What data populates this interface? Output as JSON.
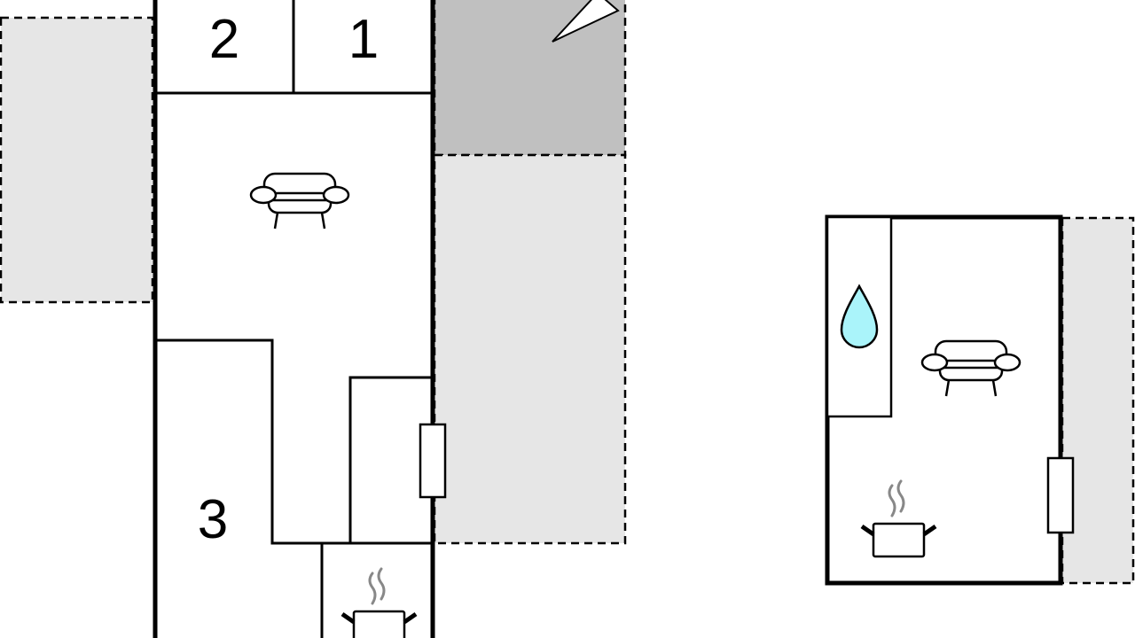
{
  "rooms": {
    "room1": "1",
    "room2": "2",
    "room3": "3"
  },
  "colors": {
    "terrace_light": "#e6e6e6",
    "terrace_dark": "#c0c0c0",
    "water": "#aaf4fa",
    "steam": "#888888"
  },
  "icons": [
    "sofa-icon",
    "pot-icon",
    "water-drop-icon",
    "window-icon",
    "compass-arrow-icon"
  ]
}
